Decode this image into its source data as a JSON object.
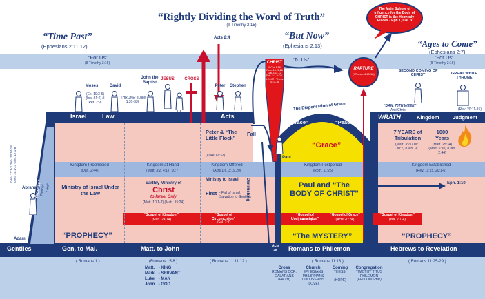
{
  "title": {
    "main": "“Rightly Dividing the Word of Truth”",
    "ref": "(II Timothy 2:15)"
  },
  "top": {
    "time_past": "“Time Past”",
    "time_past_ref": "(Ephesians 2:11,12)",
    "but_now": "“But Now”",
    "but_now_ref": "(Ephesians 2:13)",
    "ages_to_come": "“Ages to Come”",
    "ages_to_come_ref": "(Ephesians 2:7)",
    "acts24": "Acts 2:4",
    "balloon": "The Main Sphere of Influence for the Body of CHRIST is the Heavenly Places - Eph.1, Col. 3"
  },
  "for_us_bar": {
    "for_us_left": "“For Us”",
    "for_us_left_ref": "(II Timothy 3:16)",
    "to_us": "“To Us”",
    "for_us_right": "“For Us”",
    "for_us_right_ref": "(II Timothy 3:16)"
  },
  "people": {
    "moses": "Moses",
    "moses_ref": "(Ex. 19:3-6) (Isa. 61:6) (I Pet. 2:9)",
    "david": "David",
    "david_ref": "“THRONE” (Luke 1:31-33)",
    "john": "John the Baptist",
    "jesus": "JESUS",
    "cross": "CROSS",
    "apostles": "12 Apostles",
    "peter": "Peter",
    "stephen": "Stephen",
    "abraham": "Abraham",
    "adam": "Adam",
    "paul": "Paul",
    "second_coming": "SECOND COMING OF CHRIST",
    "great_white_throne": "GREAT WHITE THRONE",
    "gwt_ref": "(Rev. 20:11-15)"
  },
  "christ_column": {
    "label": "CHRIST",
    "refs": "II Cor. 5:16 Rom. 16:25,26 Gal. 1:11,12 Eph. 3:1-9 Col. 1:24-27 I Thess. 4:13-18"
  },
  "rapture": {
    "label": "RAPTURE",
    "ref": "(I Thess. 4:13-18)"
  },
  "dispensation": {
    "arc": "The Dispensation of Grace",
    "grace": "“Grace”",
    "peace": "“Peace”",
    "grace_inner": "“Grace”"
  },
  "headers": {
    "israel": "Israel",
    "law": "Law",
    "acts": "Acts",
    "dan70": "“DAN. 70TH WEEK”",
    "anti_christ": "Anti Christ",
    "wrath": "WRATH",
    "kingdom": "Kingdom",
    "judgment": "Judgment"
  },
  "upper": {
    "peter_flock": "Peter & “The Little Flock”",
    "peter_flock_ref": "(Luke 12:32)",
    "fall": "Fall",
    "tribulation": "7 YEARS of Tribulation",
    "tribulation_ref": "(Matt. 3:7) (Jer. 30:7) (Dan. 9)",
    "thousand": "1000 Years",
    "thousand_ref": "(Matt. 25:34) (Matt. 6:10) (Dan. 2:44)"
  },
  "kingdom_row": {
    "prophesied": "Kingdom Prophesied",
    "prophesied_ref": "(Dan. 2:44)",
    "at_hand": "Kingdom at Hand",
    "at_hand_ref": "(Matt. 3:2, 4:17, 10:7)",
    "offered": "Kingdom Offered",
    "offered_ref": "(Acts 1:6, 3:19,20)",
    "postponed": "Kingdom Postponed",
    "postponed_ref": "(Rom. 11:25)",
    "established": "Kingdom Established",
    "established_ref": "(Rev. 11:15, 20:1-6)"
  },
  "ministry_row": {
    "ministry_law": "Ministry of Israel Under the Law",
    "earthly": "Earthly Ministry of",
    "christ": "Christ",
    "to_israel": "to Israel Only",
    "earthly_ref": "(Matt. 10:1-7) (Matt. 15:24)",
    "min_israel": "Ministry to Israel",
    "first": "First",
    "fall_of_israel": "- Fall of Israel; Salvation to Gentiles",
    "paul_body": "Paul and “The BODY OF CHRIST”",
    "eph": "Eph. 1:10",
    "diminishing": "Diminishing",
    "promise": "“Promise”",
    "nation": "“Nation”",
    "land": "“Land”",
    "covenant_refs": "Gen. 12:1-3 Gen. 13:14-18 Gen. 15:1-21 Gen. 17:1-8"
  },
  "gospel_row": {
    "kingdom": "“Gospel of Kingdom”",
    "kingdom_ref": "(Matt. 24:14)",
    "circumcision": "“Gospel of Circumcision”",
    "circumcision_ref": "(Gal. 2:7)",
    "uncircumcision": "“Gospel of Uncircumcision”",
    "uncircumcision_ref": "(Gal. 2:7)",
    "grace": "“Gospel of Grace”",
    "grace_ref": "(Acts 20:24)",
    "kingdom2": "“Gospel of Kingdom”",
    "kingdom2_ref": "(Isa. 2:1-4)"
  },
  "prophecy_row": {
    "prophecy_left": "“PROPHECY”",
    "mystery": "“The MYSTERY”",
    "prophecy_right": "“PROPHECY”"
  },
  "books": {
    "gentiles": "Gentiles",
    "gen_mal": "Gen. to Mal.",
    "matt_john": "Matt. to John",
    "acts": "Acts",
    "acts28": "28",
    "rom_phil": "Romans to Philemon",
    "heb_rev": "Hebrews to Revelation"
  },
  "romans_row": {
    "r1": "( Romans 1 )",
    "r2": "(Romans 15:8 )",
    "r3": "( Romans 11:11,12 )",
    "r4": "( Romans 11:13 )",
    "r5": "( Romans 11:25-29 )"
  },
  "gospels": [
    {
      "name": "Matt.",
      "sym": "- KING"
    },
    {
      "name": "Mark",
      "sym": "- SERVANT"
    },
    {
      "name": "Luke",
      "sym": "- MAN"
    },
    {
      "name": "John",
      "sym": "- GOD"
    }
  ],
  "epistles": [
    {
      "head": "Cross",
      "books": "ROMANS COR. GALATIANS",
      "note": "(FAITH)"
    },
    {
      "head": "Church",
      "books": "EPHESIANS PHILIPPIANS COLOSSIANS",
      "note": "(LOVE)"
    },
    {
      "head": "Coming",
      "books": "THESS.",
      "note": "(HOPE)"
    },
    {
      "head": "Congregation",
      "books": "TIMOTHY TITUS PHILEMON",
      "note": "(FELLOWSHIP)"
    }
  ]
}
